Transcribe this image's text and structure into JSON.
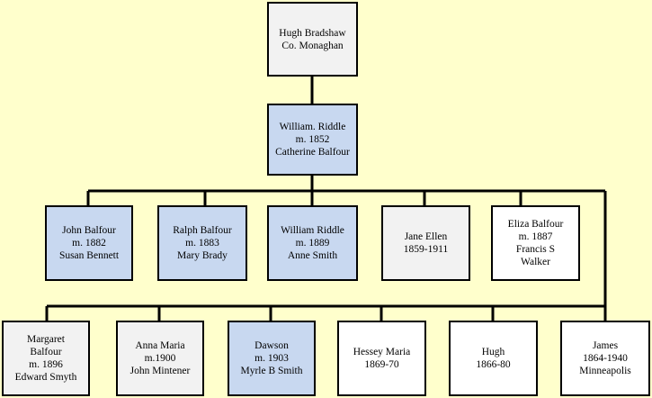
{
  "nodes": {
    "hugh_bradshaw": "Hugh Bradshaw\nCo. Monaghan",
    "william_riddle_1852": "William. Riddle\nm. 1852\nCatherine Balfour",
    "john_balfour": "John Balfour\nm. 1882\nSusan Bennett",
    "ralph_balfour": "Ralph Balfour\nm. 1883\nMary Brady",
    "william_riddle_1889": "William Riddle\nm. 1889\nAnne Smith",
    "jane_ellen": "Jane Ellen\n1859-1911",
    "eliza_balfour": "Eliza Balfour\nm. 1887\nFrancis S\nWalker",
    "margaret_balfour": "Margaret\nBalfour\nm. 1896\nEdward Smyth",
    "anna_maria": "Anna Maria\nm.1900\nJohn Mintener",
    "dawson": "Dawson\nm. 1903\nMyrle B Smith",
    "hessey_maria": "Hessey Maria\n1869-70",
    "hugh": "Hugh\n1866-80",
    "james": "James\n1864-1940\nMinneapolis"
  },
  "colors": {
    "background": "#ffffcc",
    "grey_box": "#f2f2f2",
    "blue_box": "#c8d8f0",
    "white_box": "#ffffff",
    "line": "#000000"
  }
}
